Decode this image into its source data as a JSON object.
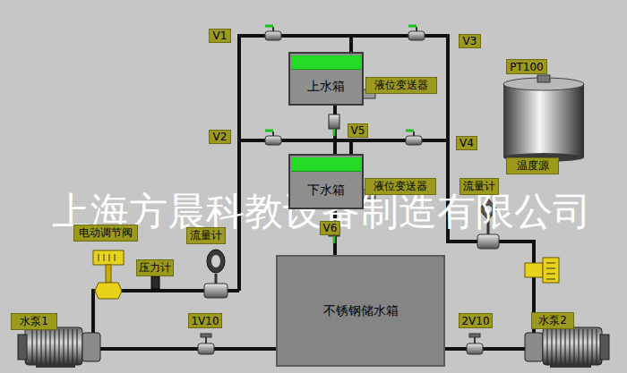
{
  "diagram": {
    "nodes": [
      {
        "text": [
          "V1"
        ]
      },
      {
        "text": [
          "V3"
        ]
      },
      {
        "text": [
          "PT100"
        ]
      },
      {
        "text": [
          "上水箱"
        ]
      },
      {
        "text": [
          "液位变送器"
        ]
      },
      {
        "text": [
          "V5"
        ]
      },
      {
        "text": [
          "V2"
        ]
      },
      {
        "text": [
          "V4"
        ]
      },
      {
        "text": [
          "下水箱"
        ]
      },
      {
        "text": [
          "温度源"
        ]
      },
      {
        "text": [
          "液位变送器"
        ]
      },
      {
        "text": [
          "流量计"
        ]
      },
      {
        "text": [
          "V6"
        ]
      },
      {
        "text": [
          "电动调节阀"
        ]
      },
      {
        "text": [
          "流量计"
        ]
      },
      {
        "text": [
          "压力计"
        ]
      },
      {
        "text": [
          "不锈钢储水箱"
        ]
      },
      {
        "text": [
          "水泵1"
        ]
      },
      {
        "text": [
          "1V10"
        ]
      },
      {
        "text": [
          "2V10"
        ]
      },
      {
        "text": [
          "水泵2"
        ]
      }
    ],
    "edges": [
      {
        "from": 3,
        "to": 8,
        "arrow": "none"
      },
      {
        "from": 8,
        "to": 16,
        "arrow": "none"
      }
    ],
    "labels": [
      "上海方晨科教设备制造有限公司"
    ]
  }
}
